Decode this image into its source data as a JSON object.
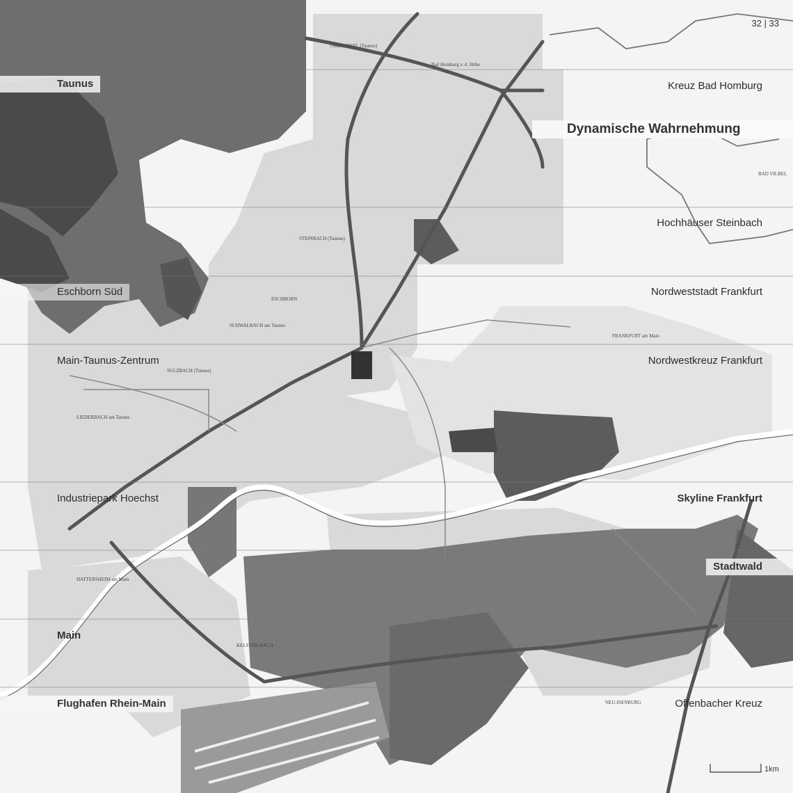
{
  "page_number": "32 | 33",
  "title": "Dynamische Wahrnehmung",
  "scale_label": "1km",
  "colors": {
    "background": "#f2f2f2",
    "forest": "#6e6e6e",
    "forest_dark": "#4a4a4a",
    "settlement": "#cfcfcf",
    "highway": "#5a5a5a",
    "river": "#ffffff"
  },
  "left_labels": {
    "taunus": "Taunus",
    "eschborn_sued": "Eschborn Süd",
    "main_taunus_zentrum": "Main-Taunus-Zentrum",
    "industriepark_hoechst": "Industriepark Hoechst",
    "main": "Main",
    "flughafen": "Flughafen Rhein-Main"
  },
  "right_labels": {
    "kreuz_bad_homburg": "Kreuz Bad Homburg",
    "hochhaeuser_steinbach": "Hochhäuser Steinbach",
    "nordweststadt": "Nordweststadt Frankfurt",
    "nordwestkreuz": "Nordwestkreuz Frankfurt",
    "skyline": "Skyline Frankfurt",
    "stadtwald": "Stadtwald",
    "offenbacher_kreuz": "Offenbacher Kreuz"
  },
  "map_places": {
    "oberursel": "OBERURSEL (Taunus)",
    "bad_homburg": "Bad Homburg v. d. Höhe",
    "steinbach": "STEINBACH (Taunus)",
    "eschborn": "ESCHBORN",
    "schwalbach": "SCHWALBACH am Taunus",
    "sulzbach": "SULZBACH (Taunus)",
    "liederbach": "LIEDERBACH am Taunus",
    "frankfurt": "FRANKFURT am Main",
    "hattersheim": "HATTERSHEIM am Main",
    "kelsterbach": "KELSTER-BACH",
    "neu_isenburg": "NEU-ISENBURG",
    "bad_vilbel": "BAD VILBEL"
  }
}
